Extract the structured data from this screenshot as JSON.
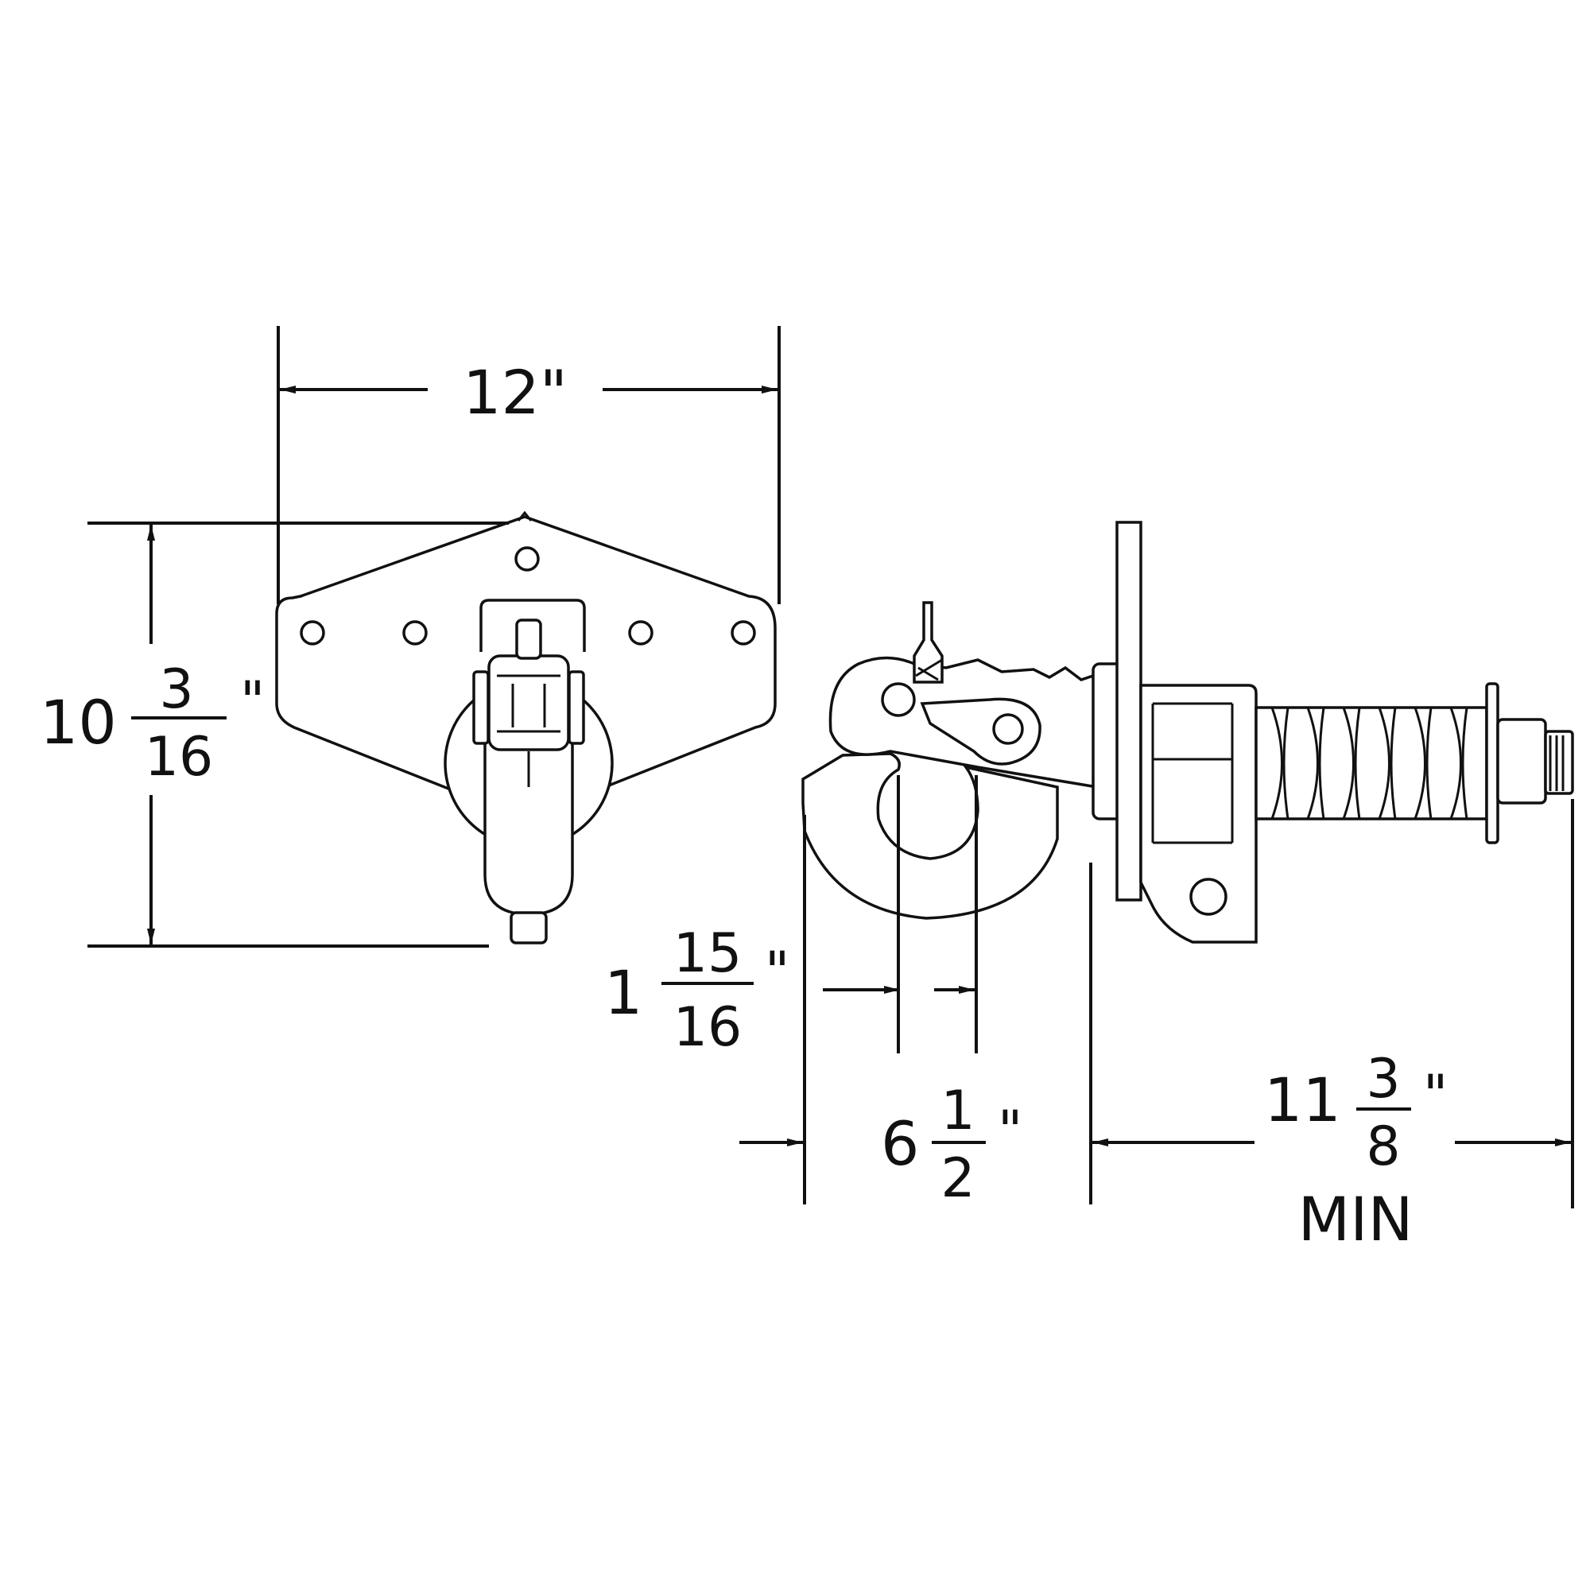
{
  "diagram": {
    "width_whole": "12\"",
    "height_whole": "10",
    "height_num": "3",
    "height_den": "16",
    "height_unit": "\"",
    "offset_whole": "1",
    "offset_num": "15",
    "offset_den": "16",
    "offset_unit": "\"",
    "depth_whole": "6",
    "depth_num": "1",
    "depth_den": "2",
    "depth_unit": "\"",
    "length_whole": "11",
    "length_num": "3",
    "length_den": "8",
    "length_unit": "\"",
    "length_qualifier": "MIN"
  },
  "colors": {
    "line": "#111111",
    "background": "#ffffff"
  }
}
